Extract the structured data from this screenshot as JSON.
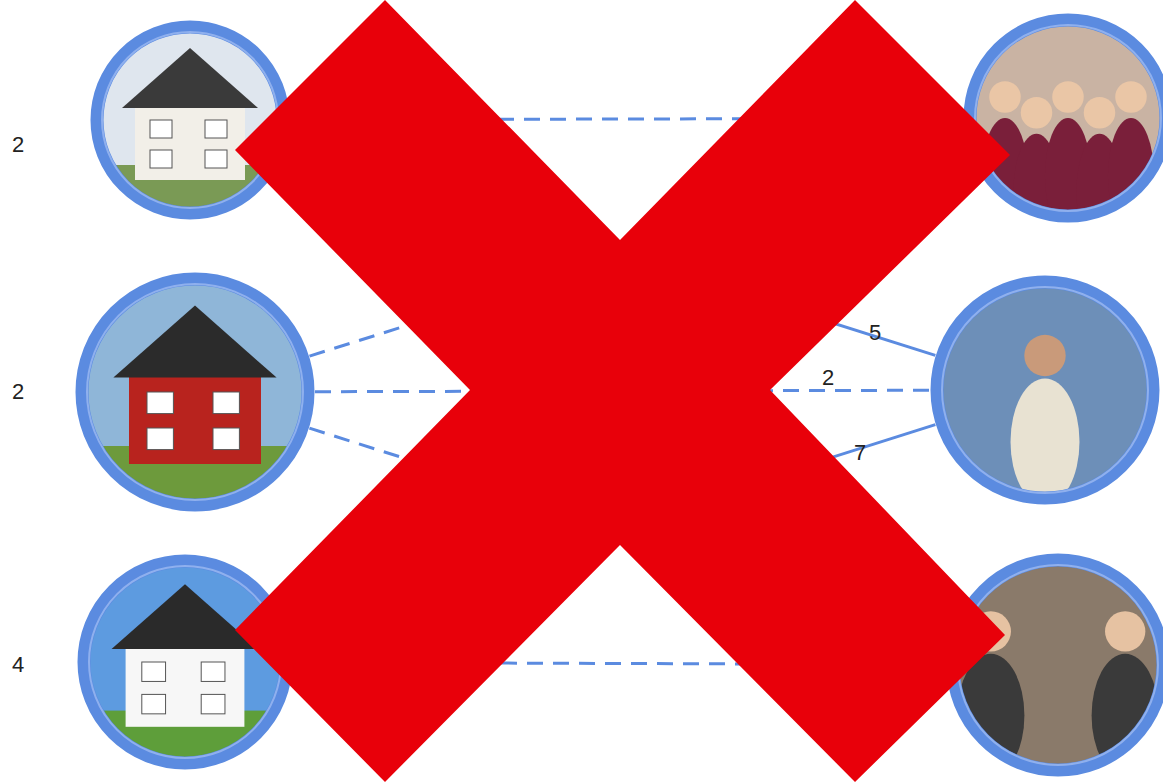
{
  "diagram": {
    "nodes": [
      {
        "text": [
          "2"
        ]
      },
      {
        "text": [
          "2"
        ]
      },
      {
        "text": [
          "4"
        ]
      },
      {},
      {},
      {}
    ],
    "edges": [
      {
        "from": 0,
        "to": 3,
        "arrow": "none"
      },
      {
        "from": 1,
        "to": 3,
        "arrow": "none"
      },
      {
        "from": 1,
        "to": 4,
        "arrow": "none",
        "label": "2"
      },
      {
        "from": 1,
        "to": 5,
        "arrow": "none"
      },
      {
        "from": 0,
        "to": 4,
        "arrow": "none",
        "label": "5"
      },
      {
        "from": 2,
        "to": 4,
        "arrow": "none",
        "label": "7"
      },
      {
        "from": 2,
        "to": 5,
        "arrow": "none"
      }
    ]
  }
}
